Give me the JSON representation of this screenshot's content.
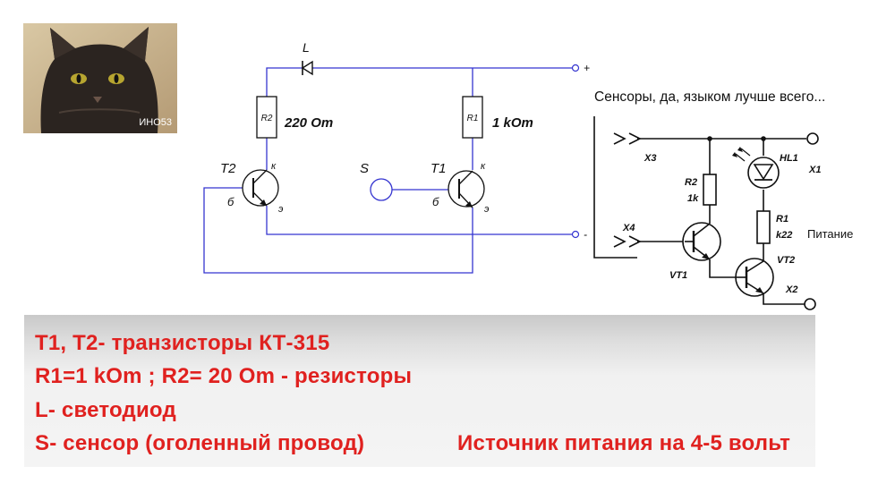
{
  "photo": {
    "caption": "ИНО53"
  },
  "circuit1": {
    "L": "L",
    "plus": "+",
    "minus": "-",
    "r2_label": "R2",
    "r2_value": "220 Om",
    "r1_label": "R1",
    "r1_value": "1 kOm",
    "t2": "T2",
    "t1": "T1",
    "s": "S",
    "k_left": "к",
    "b_left": "б",
    "e_left": "э",
    "k_right": "к",
    "b_right": "б",
    "e_right": "э"
  },
  "circuit2": {
    "title": "Сенсоры, да, языком лучше всего...",
    "x3": "X3",
    "x4": "X4",
    "x1": "X1",
    "x2": "X2",
    "hl1": "HL1",
    "r2_label": "R2",
    "r2_value": "1k",
    "r1_label": "R1",
    "r1_value": "k22",
    "vt1": "VT1",
    "vt2": "VT2",
    "power": "Питание"
  },
  "legend": {
    "line1": "T1, T2- транзисторы КТ-315",
    "line2": "R1=1 kOm ; R2= 20 Om - резисторы",
    "line3": "L- светодиод",
    "line4": "S- сенсор (оголенный провод)",
    "line5": "Источник питания на 4-5 вольт"
  },
  "colors": {
    "wire_blue": "#3535d0",
    "wire_black": "#111111",
    "banner_text": "#e0211f"
  }
}
